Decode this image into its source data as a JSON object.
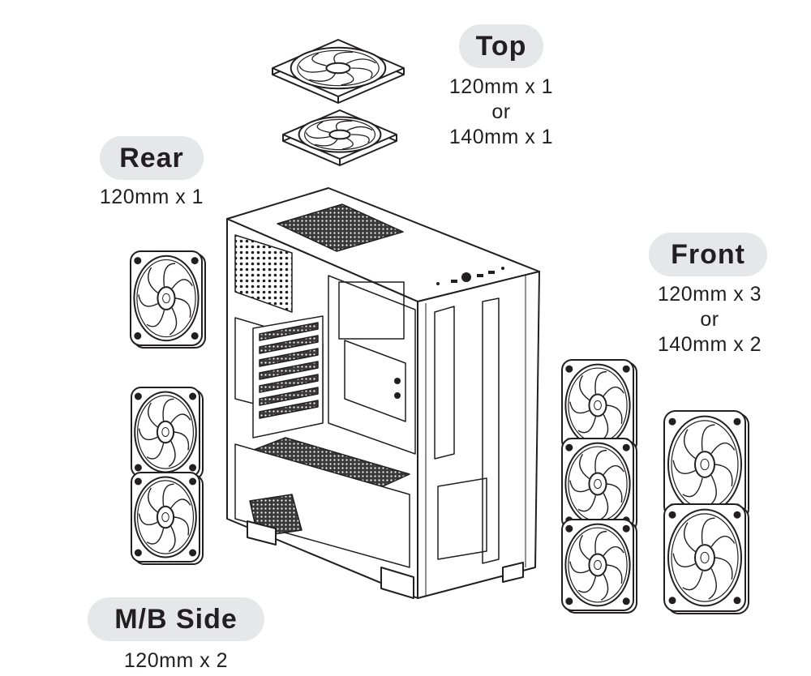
{
  "groups": {
    "top": {
      "title": "Top",
      "lines": [
        "120mm x 1",
        "or",
        "140mm x 1"
      ]
    },
    "rear": {
      "title": "Rear",
      "lines": [
        "120mm x 1"
      ]
    },
    "front": {
      "title": "Front",
      "lines": [
        "120mm x 3",
        "or",
        "140mm x 2"
      ]
    },
    "mb": {
      "title": "M/B Side",
      "lines": [
        "120mm x 2"
      ]
    }
  },
  "colors": {
    "line": "#231f20",
    "badge": "#e6e7e8",
    "background": "#ffffff"
  }
}
